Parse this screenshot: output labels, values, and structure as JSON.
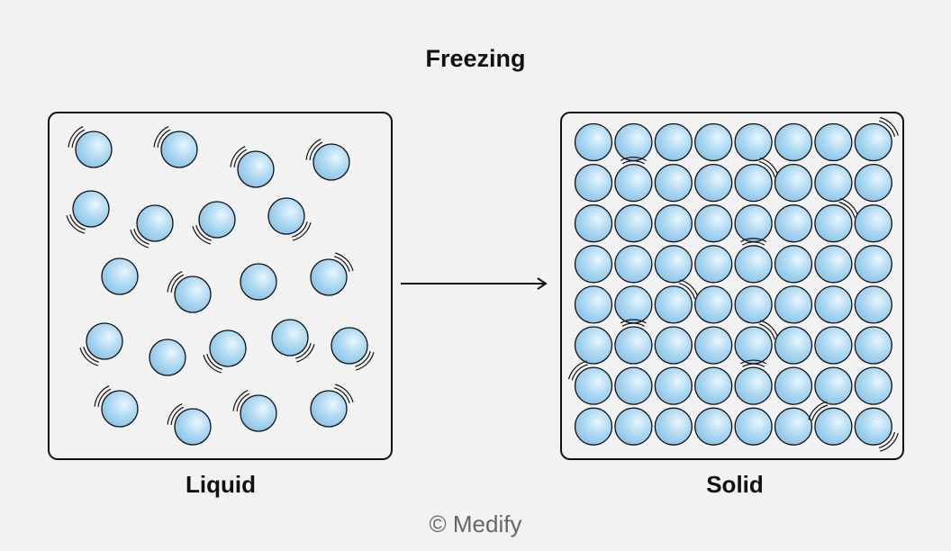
{
  "title": "Freezing",
  "liquid_label": "Liquid",
  "solid_label": "Solid",
  "credit": "© Medify",
  "colors": {
    "particle_fill_light": "#eaf6fd",
    "particle_fill_mid": "#a9d6f1",
    "particle_fill_dark": "#7fbde6",
    "outline": "#111111",
    "background": "#f2f2f2",
    "box_fill": "#f2f2f2"
  },
  "solid_grid": {
    "rows": 8,
    "cols": 8
  }
}
